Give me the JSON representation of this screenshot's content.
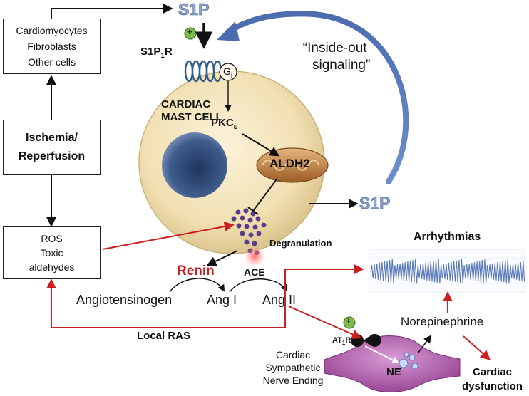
{
  "cells_box": {
    "lines": [
      "Cardiomyocytes",
      "Fibroblasts",
      "Other cells"
    ]
  },
  "ischemia_box": {
    "line1": "Ischemia/",
    "line2": "Reperfusion"
  },
  "ros_box": {
    "line1": "ROS",
    "line2": "Toxic",
    "line3": "aldehydes"
  },
  "s1p_top": "S1P",
  "s1p_right": "S1P",
  "plus_sign": "+",
  "receptor": {
    "base": "S1P",
    "sub": "1",
    "suffix": "R"
  },
  "gi": {
    "base": "G",
    "sub": "i"
  },
  "mast_cell": {
    "line1": "CARDIAC",
    "line2": "MAST CELL"
  },
  "pkc": {
    "base": "PKC",
    "sub": "ε"
  },
  "aldh2": "ALDH2",
  "inside_out": {
    "line1": "“Inside-out",
    "line2": "signaling”"
  },
  "degranulation": "Degranulation",
  "renin": "Renin",
  "ace": "ACE",
  "angiotensinogen": "Angiotensinogen",
  "ang1": "Ang I",
  "ang2": "Ang II",
  "local_ras": "Local RAS",
  "arrhythmias": "Arrhythmias",
  "norepinephrine": "Norepinephrine",
  "cardiac_dysfunction": {
    "line1": "Cardiac",
    "line2": "dysfunction"
  },
  "at1r": {
    "base": "AT",
    "sub": "1",
    "suffix": "R"
  },
  "ne": "NE",
  "nerve_ending": {
    "line1": "Cardiac",
    "line2": "Sympathetic",
    "line3": "Nerve Ending"
  },
  "colors": {
    "arrow_red": "#cc1f1f",
    "arrow_black": "#111111",
    "s1p_blue": "#7f93c6",
    "curve_blue": "#6c8fcc",
    "mast_cell": "#f2e0b2",
    "nucleus": "#3e5c8a",
    "mitochondrion": "#b97a3a",
    "nerve": "#b45ab0",
    "granule": "#5a3d8a",
    "ecg": "#5a79b8",
    "renin": "#cc1f1f"
  }
}
